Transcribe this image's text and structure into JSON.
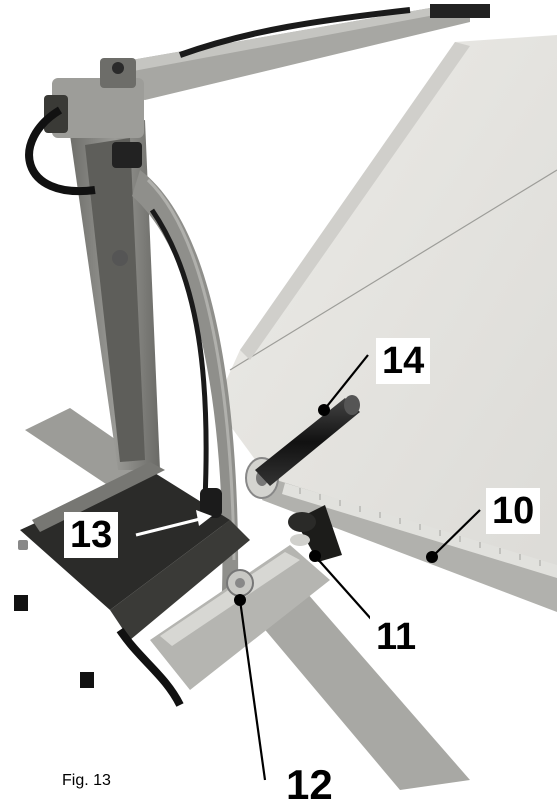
{
  "figure": {
    "caption": "Fig. 13",
    "callouts": {
      "c10": "10",
      "c11": "11",
      "c12": "12",
      "c13": "13",
      "c14": "14"
    }
  },
  "colors": {
    "board": "#e6e6e2",
    "metal": "#b8b8b4",
    "frame": "#8c8c88",
    "dark": "#1e1e1e",
    "background": "#ffffff"
  }
}
